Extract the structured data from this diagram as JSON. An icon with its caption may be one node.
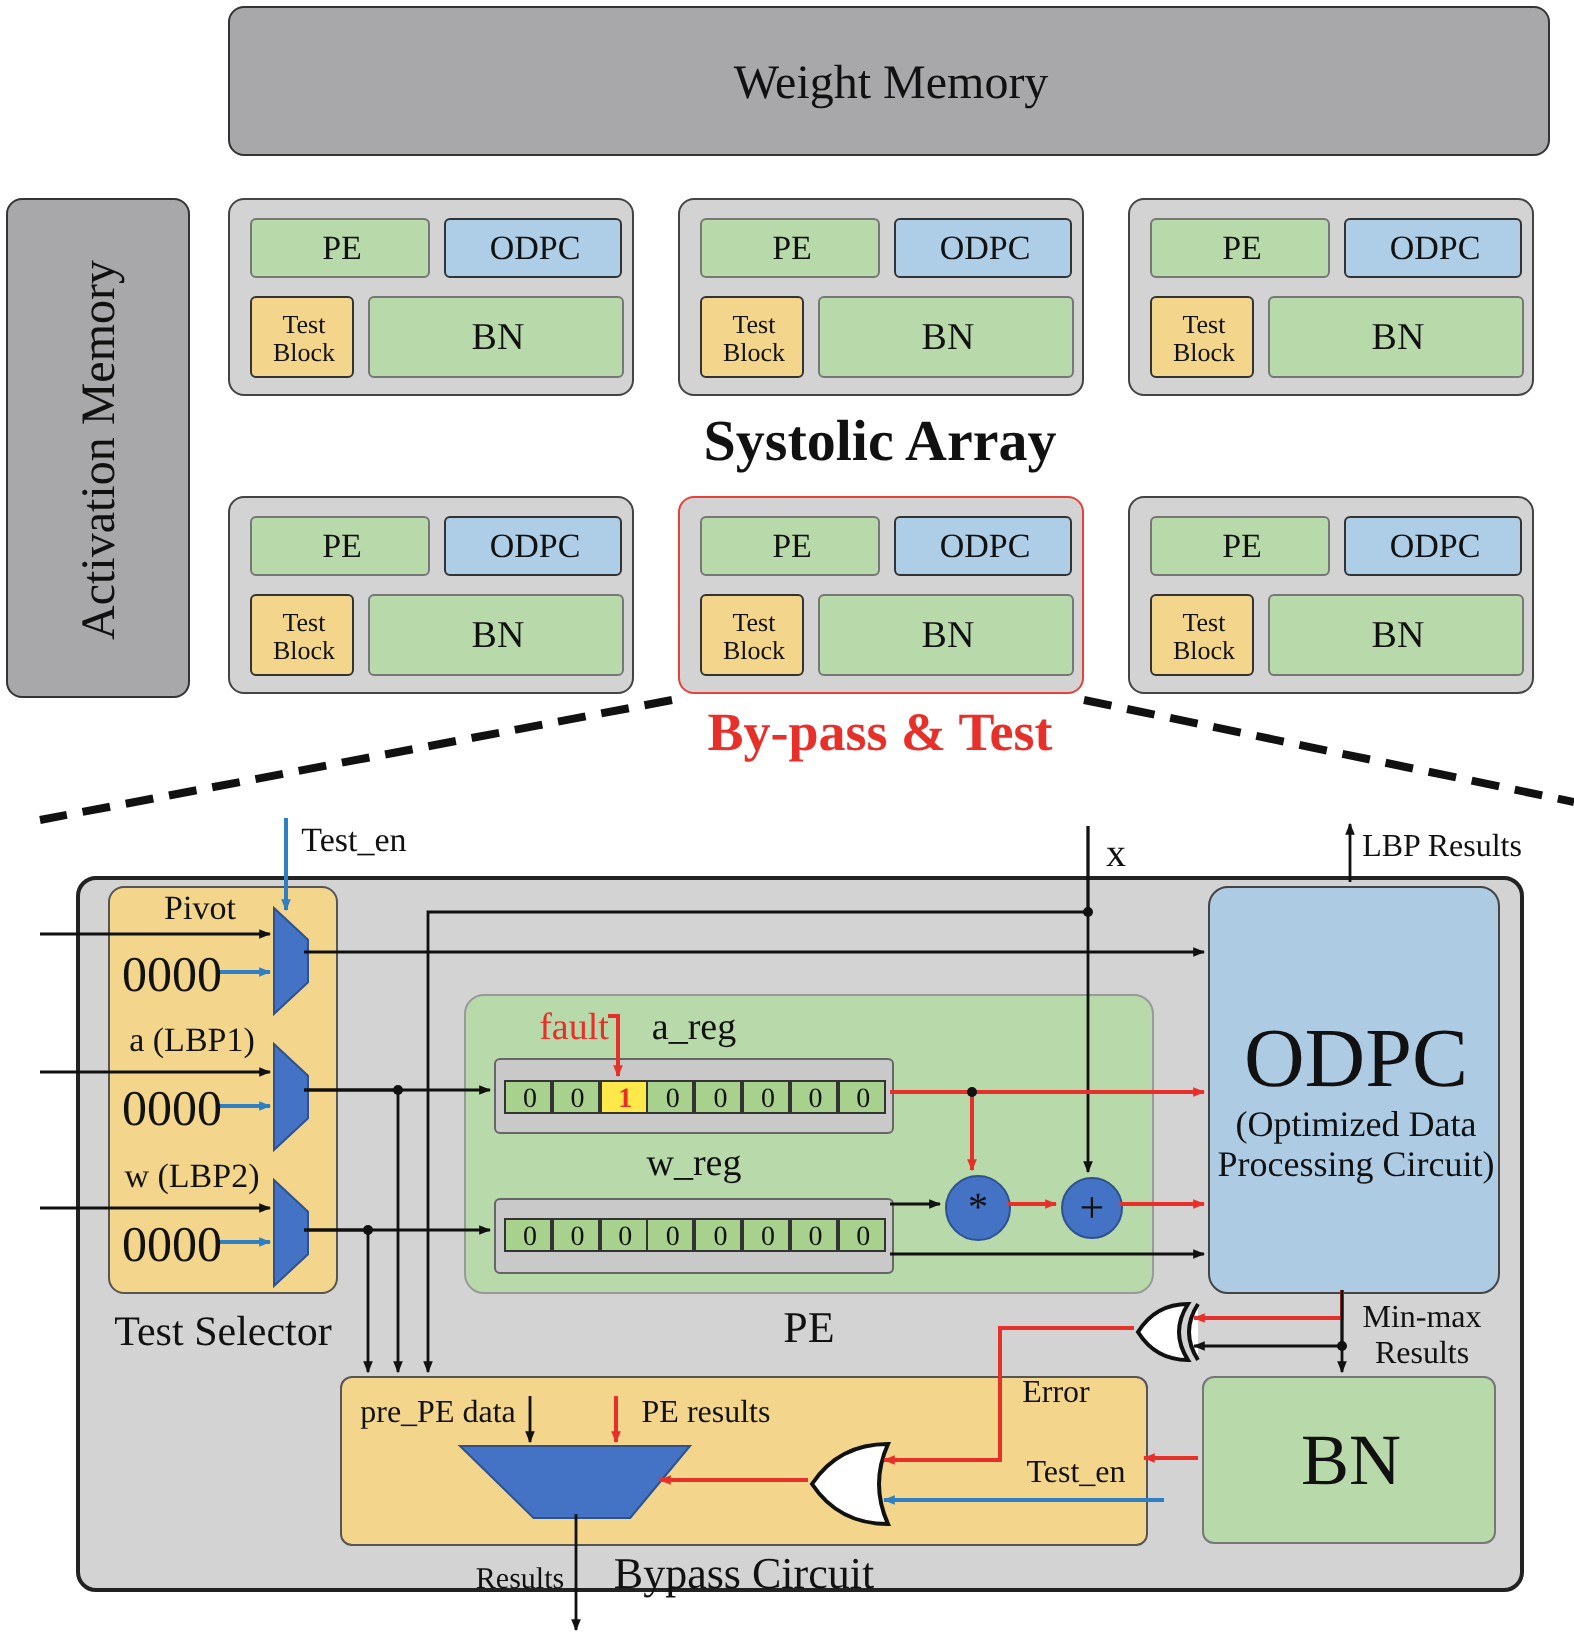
{
  "diagram": {
    "nodes": [
      {
        "text": [
          "Weight Memory"
        ]
      },
      {
        "text": [
          "Activation Memory"
        ]
      },
      {
        "text": [],
        "shape": "box"
      },
      {
        "text": [
          "PE"
        ],
        "in": 2
      },
      {
        "text": [
          "ODPC"
        ],
        "in": 2
      },
      {
        "text": [
          "Test Block"
        ],
        "in": 2
      },
      {
        "text": [
          "BN"
        ],
        "in": 2
      },
      {
        "text": [],
        "shape": "box"
      },
      {
        "text": [
          "PE"
        ],
        "in": 7
      },
      {
        "text": [
          "ODPC"
        ],
        "in": 7
      },
      {
        "text": [
          "Test Block"
        ],
        "in": 7
      },
      {
        "text": [
          "BN"
        ],
        "in": 7
      },
      {
        "text": [],
        "shape": "box"
      },
      {
        "text": [
          "PE"
        ],
        "in": 12
      },
      {
        "text": [
          "ODPC"
        ],
        "in": 12
      },
      {
        "text": [
          "Test Block"
        ],
        "in": 12
      },
      {
        "text": [
          "BN"
        ],
        "in": 12
      },
      {
        "text": [],
        "shape": "box"
      },
      {
        "text": [
          "PE"
        ],
        "in": 17
      },
      {
        "text": [
          "ODPC"
        ],
        "in": 17
      },
      {
        "text": [
          "Test Block"
        ],
        "in": 17
      },
      {
        "text": [
          "BN"
        ],
        "in": 17
      },
      {
        "text": [],
        "shape": "box"
      },
      {
        "text": [
          "PE"
        ],
        "in": 22
      },
      {
        "text": [
          "ODPC"
        ],
        "in": 22
      },
      {
        "text": [
          "Test Block"
        ],
        "in": 22
      },
      {
        "text": [
          "BN"
        ],
        "in": 22
      },
      {
        "text": [],
        "shape": "box"
      },
      {
        "text": [
          "PE"
        ],
        "in": 27
      },
      {
        "text": [
          "ODPC"
        ],
        "in": 27
      },
      {
        "text": [
          "Test Block"
        ],
        "in": 27
      },
      {
        "text": [
          "BN"
        ],
        "in": 27
      },
      {
        "text": [],
        "shape": "box"
      },
      {
        "text": [
          "Test Selector"
        ],
        "in": 32
      },
      {
        "text": [],
        "shape": "trapezoid",
        "in": 33
      },
      {
        "text": [],
        "shape": "trapezoid",
        "in": 33
      },
      {
        "text": [],
        "shape": "trapezoid",
        "in": 33
      },
      {
        "text": [
          "0000"
        ],
        "in": 33
      },
      {
        "text": [
          "0000"
        ],
        "in": 33
      },
      {
        "text": [
          "0000"
        ],
        "in": 33
      },
      {
        "text": [
          "PE"
        ],
        "in": 32
      },
      {
        "text": [
          "a_reg"
        ],
        "in": 40
      },
      {
        "text": [
          "0"
        ],
        "in": 41
      },
      {
        "text": [
          "0"
        ],
        "in": 41
      },
      {
        "text": [
          "1"
        ],
        "in": 41
      },
      {
        "text": [
          "0"
        ],
        "in": 41
      },
      {
        "text": [
          "0"
        ],
        "in": 41
      },
      {
        "text": [
          "0"
        ],
        "in": 41
      },
      {
        "text": [
          "0"
        ],
        "in": 41
      },
      {
        "text": [
          "0"
        ],
        "in": 41
      },
      {
        "text": [
          "w_reg"
        ],
        "in": 40
      },
      {
        "text": [
          "0"
        ],
        "in": 50
      },
      {
        "text": [
          "0"
        ],
        "in": 50
      },
      {
        "text": [
          "0"
        ],
        "in": 50
      },
      {
        "text": [
          "0"
        ],
        "in": 50
      },
      {
        "text": [
          "0"
        ],
        "in": 50
      },
      {
        "text": [
          "0"
        ],
        "in": 50
      },
      {
        "text": [
          "0"
        ],
        "in": 50
      },
      {
        "text": [
          "0"
        ],
        "in": 50
      },
      {
        "text": [
          "fault"
        ],
        "in": 40
      },
      {
        "text": [
          "*"
        ],
        "in": 40
      },
      {
        "text": [
          "+"
        ],
        "in": 40
      },
      {
        "text": [
          "ODPC",
          "(Optimized Data Processing Circuit)"
        ],
        "in": 32
      },
      {
        "text": [],
        "shape": "gate",
        "in": 32
      },
      {
        "text": [
          "BN"
        ],
        "in": 32
      },
      {
        "text": [
          "Bypass Circuit"
        ],
        "in": 32
      },
      {
        "text": [],
        "shape": "trapezoid",
        "in": 65
      },
      {
        "text": [],
        "shape": "gate",
        "in": 65
      }
    ],
    "edges": [
      {
        "from": null,
        "to": 34,
        "arrow": "to",
        "label": "Pivot"
      },
      {
        "from": null,
        "to": 35,
        "arrow": "to",
        "label": "a (LBP1)"
      },
      {
        "from": null,
        "to": 36,
        "arrow": "to",
        "label": "w (LBP2)"
      },
      {
        "from": null,
        "to": 34,
        "arrow": "to",
        "label": "Test_en",
        "color": "#2e7fc4"
      },
      {
        "from": 37,
        "to": 34,
        "arrow": "to",
        "color": "#2e7fc4"
      },
      {
        "from": 38,
        "to": 35,
        "arrow": "to",
        "color": "#2e7fc4"
      },
      {
        "from": 39,
        "to": 36,
        "arrow": "to",
        "color": "#2e7fc4"
      },
      {
        "from": 34,
        "to": 62,
        "arrow": "to"
      },
      {
        "from": 35,
        "to": 41,
        "arrow": "to"
      },
      {
        "from": 36,
        "to": 50,
        "arrow": "to"
      },
      {
        "from": 35,
        "to": 65,
        "arrow": "to"
      },
      {
        "from": 36,
        "to": 65,
        "arrow": "to"
      },
      {
        "from": null,
        "to": 61,
        "arrow": "to",
        "label": "x"
      },
      {
        "from": null,
        "to": 65,
        "arrow": "to"
      },
      {
        "from": 59,
        "to": 44,
        "arrow": "to",
        "color": "#e8302a"
      },
      {
        "from": 41,
        "to": 62,
        "arrow": "to",
        "color": "#e8302a"
      },
      {
        "from": 41,
        "to": 60,
        "arrow": "to",
        "color": "#e8302a"
      },
      {
        "from": 50,
        "to": 60,
        "arrow": "to"
      },
      {
        "from": 60,
        "to": 61,
        "arrow": "to",
        "color": "#e8302a"
      },
      {
        "from": 61,
        "to": 62,
        "arrow": "to",
        "color": "#e8302a"
      },
      {
        "from": 50,
        "to": 62,
        "arrow": "to"
      },
      {
        "from": 62,
        "to": null,
        "arrow": "to",
        "label": "LBP Results"
      },
      {
        "from": 62,
        "to": 64,
        "arrow": "to",
        "label": "Min-max Results"
      },
      {
        "from": 62,
        "to": 63,
        "arrow": "to",
        "color": "#e8302a"
      },
      {
        "from": 62,
        "to": 63,
        "arrow": "to"
      },
      {
        "from": 63,
        "to": 67,
        "arrow": "to",
        "label": "Error",
        "color": "#e8302a"
      },
      {
        "from": 64,
        "to": 65,
        "arrow": "to",
        "color": "#e8302a"
      },
      {
        "from": null,
        "to": 67,
        "arrow": "to",
        "label": "Test_en",
        "color": "#2e7fc4"
      },
      {
        "from": 67,
        "to": 66,
        "arrow": "to",
        "color": "#e8302a"
      },
      {
        "from": null,
        "to": 66,
        "arrow": "to",
        "label": "pre_PE data"
      },
      {
        "from": null,
        "to": 66,
        "arrow": "to",
        "label": "PE results",
        "color": "#e8302a"
      },
      {
        "from": 66,
        "to": null,
        "arrow": "to",
        "label": "Results"
      }
    ],
    "labels": [
      "Systolic Array",
      "By-pass & Test"
    ]
  }
}
